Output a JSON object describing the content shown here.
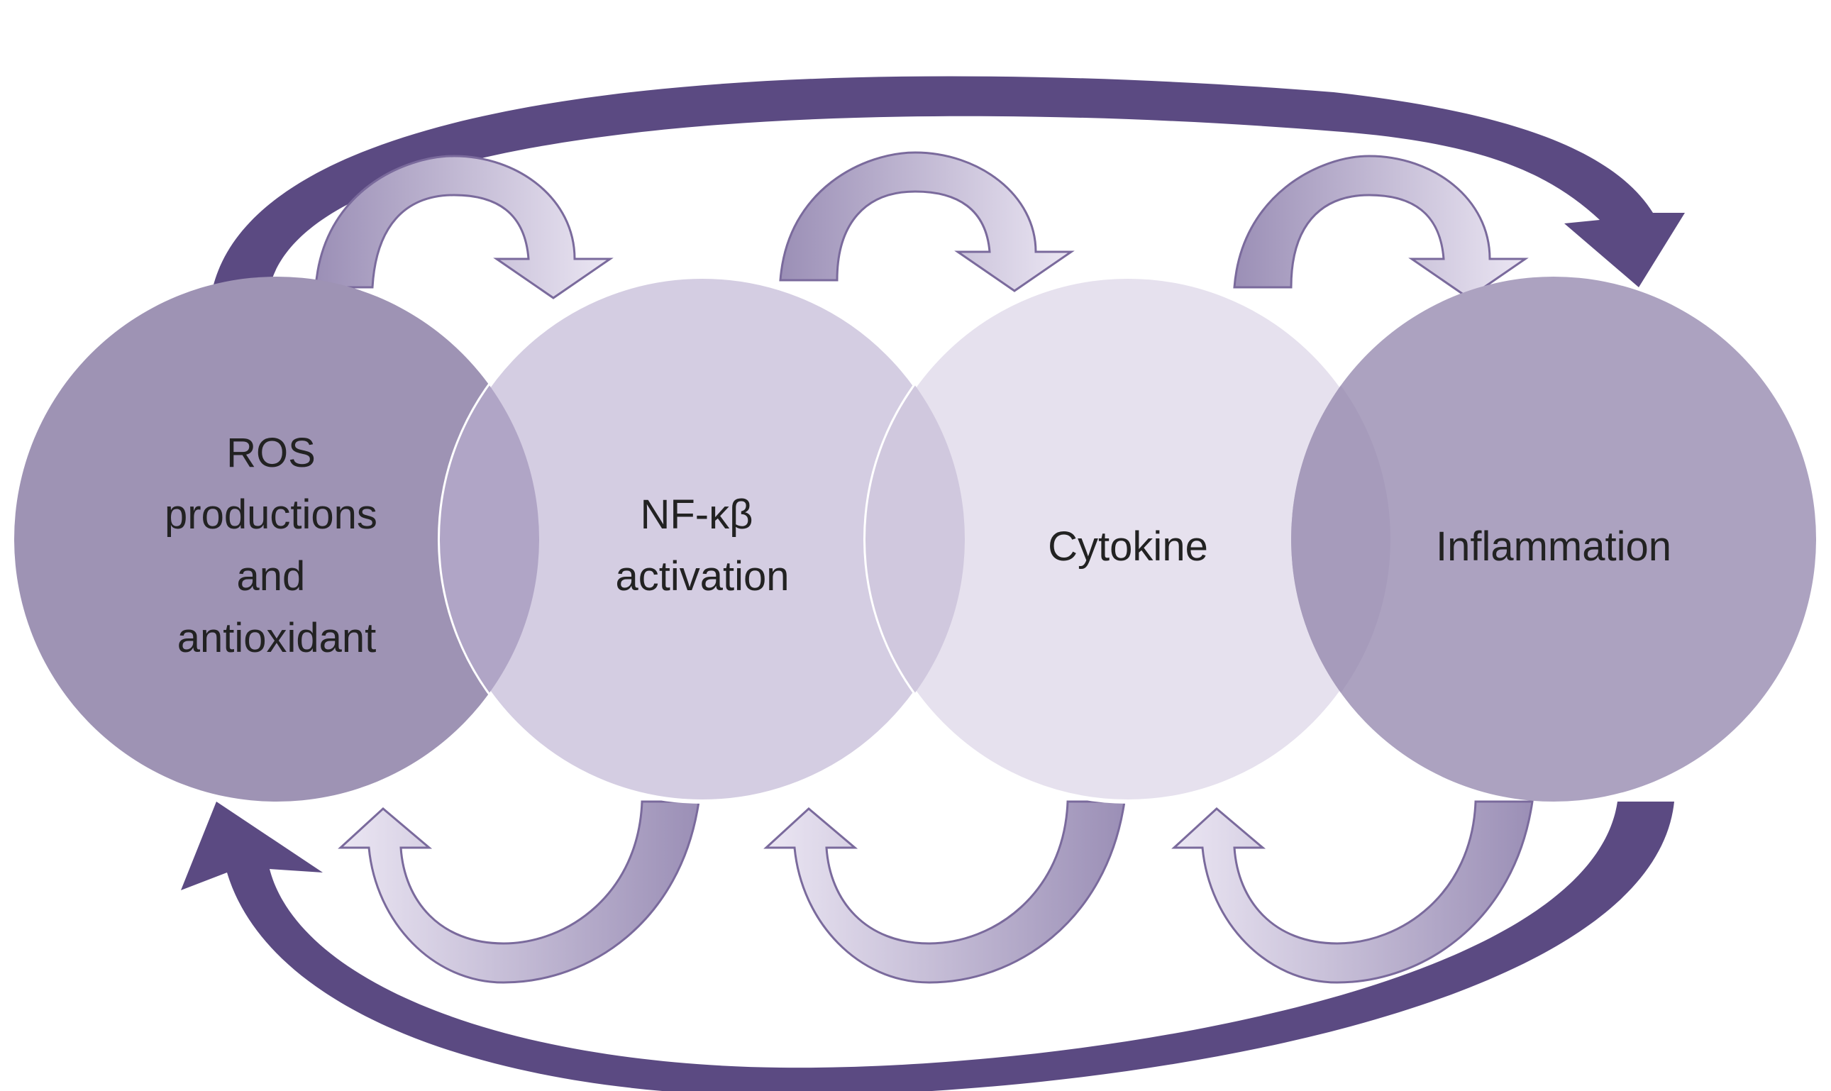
{
  "nodes": [
    {
      "id": "ros",
      "lines": [
        "ROS",
        "productions",
        "and",
        "antioxidant"
      ]
    },
    {
      "id": "nfkb",
      "lines": [
        "NF-κβ",
        "activation"
      ]
    },
    {
      "id": "cytokine",
      "lines": [
        "Cytokine"
      ]
    },
    {
      "id": "inflammation",
      "lines": [
        "Inflammation"
      ]
    }
  ],
  "colors": {
    "background": "#ffffff",
    "circle_dark": "#9e93b4",
    "circle_mid": "#d4cde2",
    "circle_light": "#e6e1ee",
    "circle_right": "#aca2c0",
    "overlap": "#b0a5c6",
    "outer_arrow": "#5b4a82",
    "small_arrow_fill": "#e9e4f2",
    "small_arrow_stroke": "#7a6a9c"
  }
}
